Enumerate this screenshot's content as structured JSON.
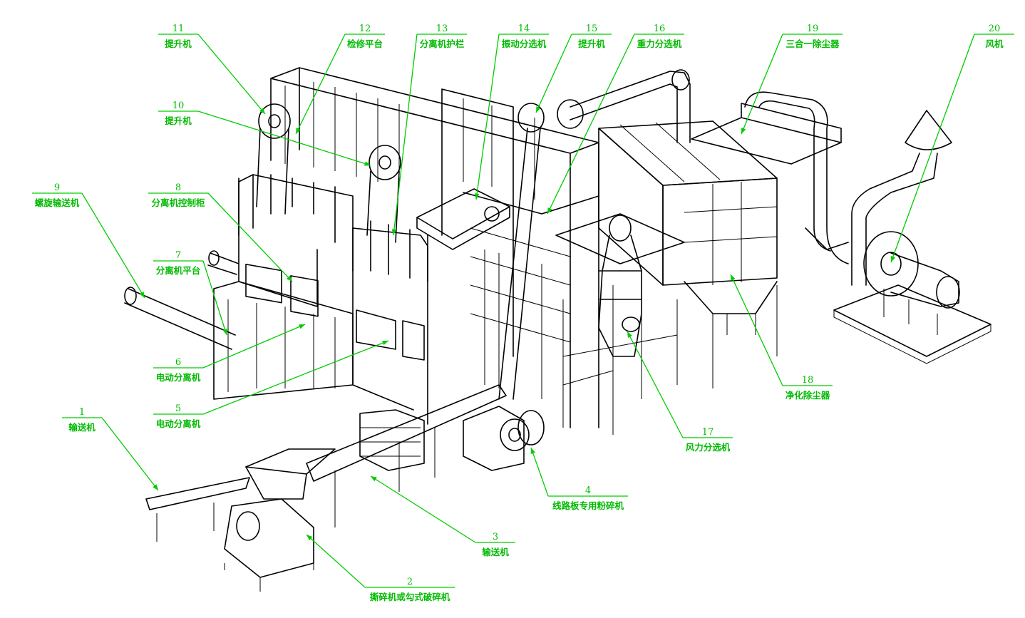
{
  "callouts": [
    {
      "num": "1",
      "text": "输送机"
    },
    {
      "num": "2",
      "text": "撕碎机或勾式破碎机"
    },
    {
      "num": "3",
      "text": "输送机"
    },
    {
      "num": "4",
      "text": "线路板专用粉碎机"
    },
    {
      "num": "5",
      "text": "电动分离机"
    },
    {
      "num": "6",
      "text": "电动分离机"
    },
    {
      "num": "7",
      "text": "分离机平台"
    },
    {
      "num": "8",
      "text": "分离机控制柜"
    },
    {
      "num": "9",
      "text": "螺旋输送机"
    },
    {
      "num": "10",
      "text": "提升机"
    },
    {
      "num": "11",
      "text": "提升机"
    },
    {
      "num": "12",
      "text": "检修平台"
    },
    {
      "num": "13",
      "text": "分离机护栏"
    },
    {
      "num": "14",
      "text": "振动分选机"
    },
    {
      "num": "15",
      "text": "提升机"
    },
    {
      "num": "16",
      "text": "重力分选机"
    },
    {
      "num": "17",
      "text": "风力分选机"
    },
    {
      "num": "18",
      "text": "净化除尘器"
    },
    {
      "num": "19",
      "text": "三合一除尘器"
    },
    {
      "num": "20",
      "text": "风机"
    }
  ],
  "colors": {
    "line": "#000000",
    "callout": "#00bb00"
  }
}
